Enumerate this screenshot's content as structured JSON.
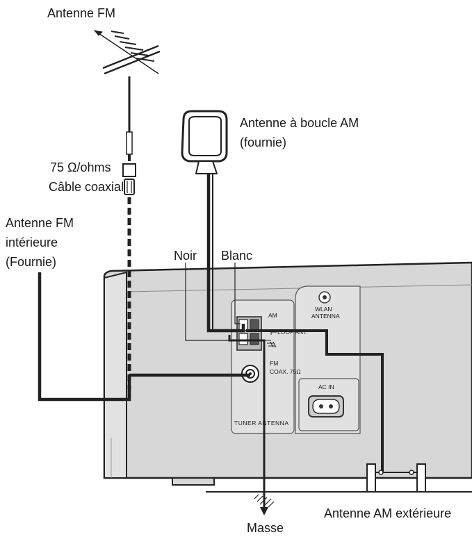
{
  "labels": {
    "fm_antenna": "Antenne FM",
    "coax_line1": "75 Ω/ohms",
    "coax_line2": "Câble coaxial",
    "indoor_line1": "Antenne FM",
    "indoor_line2": "intérieure",
    "indoor_line3": "(Fournie)",
    "loop_line1": "Antenne à boucle AM",
    "loop_line2": "(fournie)",
    "noir": "Noir",
    "blanc": "Blanc",
    "outdoor_am": "Antenne AM extérieure",
    "masse": "Masse"
  },
  "panel": {
    "am": "AM",
    "loop_ant": "LOOP ANT.",
    "fm": "FM",
    "coax": "COAX. 75Ω",
    "wlan1": "WLAN",
    "wlan2": "ANTENNA",
    "ac_in": "AC IN",
    "tuner": "TUNER ANTENNA"
  }
}
